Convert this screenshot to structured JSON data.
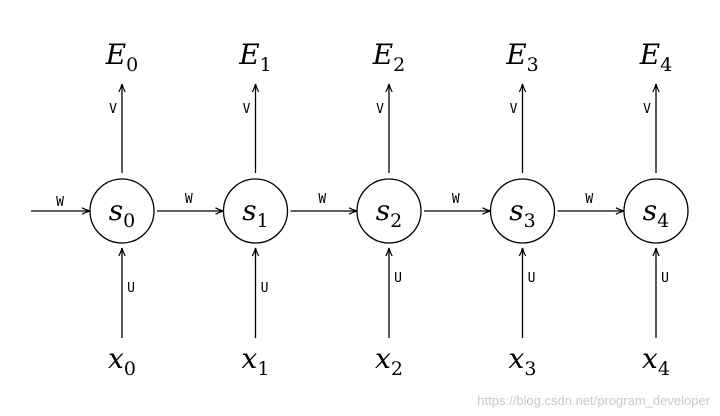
{
  "diagram": {
    "type": "rnn-unrolled",
    "nodes": [
      {
        "state": "s",
        "sub": "0",
        "input": "x",
        "input_sub": "0",
        "output": "E",
        "output_sub": "0"
      },
      {
        "state": "s",
        "sub": "1",
        "input": "x",
        "input_sub": "1",
        "output": "E",
        "output_sub": "1"
      },
      {
        "state": "s",
        "sub": "2",
        "input": "x",
        "input_sub": "2",
        "output": "E",
        "output_sub": "2"
      },
      {
        "state": "s",
        "sub": "3",
        "input": "x",
        "input_sub": "3",
        "output": "E",
        "output_sub": "3"
      },
      {
        "state": "s",
        "sub": "4",
        "input": "x",
        "input_sub": "4",
        "output": "E",
        "output_sub": "4"
      }
    ],
    "labels": {
      "recurrent_weight": "W",
      "input_weight": "U",
      "output_weight": "V"
    }
  },
  "watermark": "https://blog.csdn.net/program_developer"
}
